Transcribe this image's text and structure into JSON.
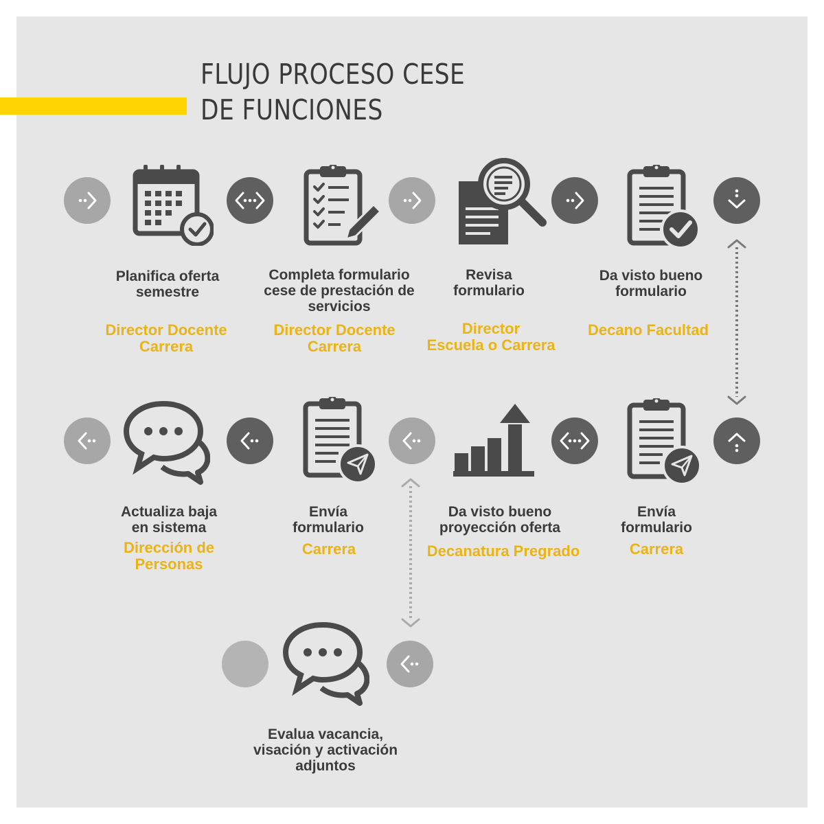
{
  "title": {
    "line1": "FLUJO PROCESO CESE",
    "line2": "DE FUNCIONES"
  },
  "colors": {
    "background": "#e6e6e6",
    "accent": "#ffd400",
    "role_text": "#e9b414",
    "text": "#3b3b3b",
    "icon": "#4a4a4a"
  },
  "steps": [
    {
      "desc_lines": [
        "Planifica oferta",
        "semestre"
      ],
      "role_lines": [
        "Director Docente",
        "Carrera"
      ],
      "icon": "calendar-check-icon"
    },
    {
      "desc_lines": [
        "Completa formulario",
        "cese de prestación de",
        "servicios"
      ],
      "role_lines": [
        "Director Docente",
        "Carrera"
      ],
      "icon": "clipboard-checklist-pencil-icon"
    },
    {
      "desc_lines": [
        "Revisa",
        "formulario"
      ],
      "role_lines": [
        "Director",
        "Escuela o Carrera"
      ],
      "icon": "document-magnifier-icon"
    },
    {
      "desc_lines": [
        "Da visto bueno",
        "formulario"
      ],
      "role_lines": [
        "Decano Facultad"
      ],
      "icon": "clipboard-check-icon"
    },
    {
      "desc_lines": [
        "Envía",
        "formulario"
      ],
      "role_lines": [
        "Carrera"
      ],
      "icon": "clipboard-send-icon"
    },
    {
      "desc_lines": [
        "Da visto bueno",
        "proyección oferta"
      ],
      "role_lines": [
        "Decanatura Pregrado"
      ],
      "icon": "bar-chart-up-icon"
    },
    {
      "desc_lines": [
        "Envía",
        "formulario"
      ],
      "role_lines": [
        "Carrera"
      ],
      "icon": "clipboard-send-icon"
    },
    {
      "desc_lines": [
        "Actualiza baja",
        "en sistema"
      ],
      "role_lines": [
        "Dirección de",
        "Personas"
      ],
      "icon": "chat-bubbles-icon"
    },
    {
      "desc_lines": [
        "Evalua vacancia,",
        "visación y activación",
        "adjuntos"
      ],
      "role_lines": [],
      "icon": "chat-bubbles-icon"
    }
  ],
  "connectors": [
    {
      "icon": "flow-right-icon"
    },
    {
      "icon": "flow-both-icon"
    },
    {
      "icon": "flow-right-icon"
    },
    {
      "icon": "flow-right-icon"
    },
    {
      "icon": "flow-down-icon"
    },
    {
      "icon": "flow-up-icon"
    },
    {
      "icon": "flow-both-icon"
    },
    {
      "icon": "flow-left-icon"
    },
    {
      "icon": "flow-left-icon"
    },
    {
      "icon": "flow-left-icon"
    },
    {
      "icon": "flow-left-icon"
    },
    {
      "icon": "flow-end-icon"
    }
  ]
}
